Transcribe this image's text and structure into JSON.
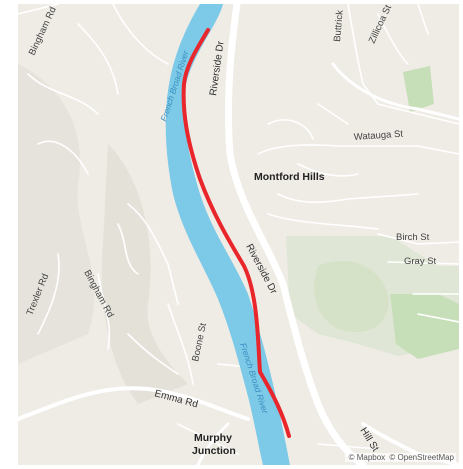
{
  "map": {
    "colors": {
      "land": "#efece6",
      "water": "#7cc9e8",
      "park": "#c7dfb8",
      "road_major": "#ffffff",
      "road_minor": "#ffffff",
      "route": "#e8262b"
    },
    "labels": {
      "bingham_rd_top": "Bingham Rd",
      "french_broad_river_top": "French Broad River",
      "riverside_dr_top": "Riverside Dr",
      "buttrick": "Buttrick",
      "zillicoa_st": "Zillicoa St",
      "watauga_st": "Watauga St",
      "montford_hills": "Montford Hills",
      "birch_st": "Birch St",
      "gray_st": "Gray St",
      "riverside_dr_mid": "Riverside Dr",
      "trexler_rd": "Trexler Rd",
      "bingham_rd_low": "Bingham Rd",
      "boone_st": "Boone St",
      "french_broad_river_low": "French Broad River",
      "emma_rd": "Emma Rd",
      "murphy_junction": "Murphy\nJunction",
      "murphy": "Murphy",
      "junction": "Junction",
      "hill_st": "Hill St"
    },
    "attribution": {
      "mapbox": "© Mapbox",
      "osm": "© OpenStreetMap"
    }
  }
}
